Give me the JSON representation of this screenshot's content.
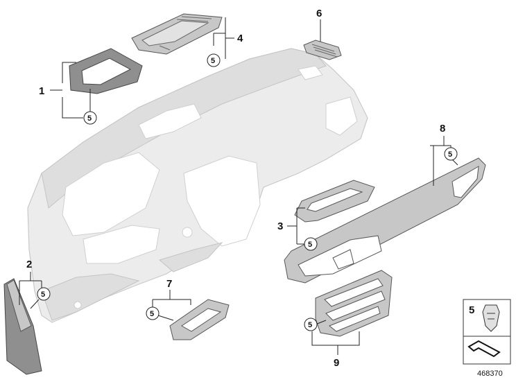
{
  "callouts": {
    "c1": "1",
    "c2": "2",
    "c3": "3",
    "c4": "4",
    "c5": "5",
    "c6": "6",
    "c7": "7",
    "c8": "8",
    "c9": "9"
  },
  "subref": "5",
  "legend": {
    "label": "5"
  },
  "doc_number": "468370"
}
